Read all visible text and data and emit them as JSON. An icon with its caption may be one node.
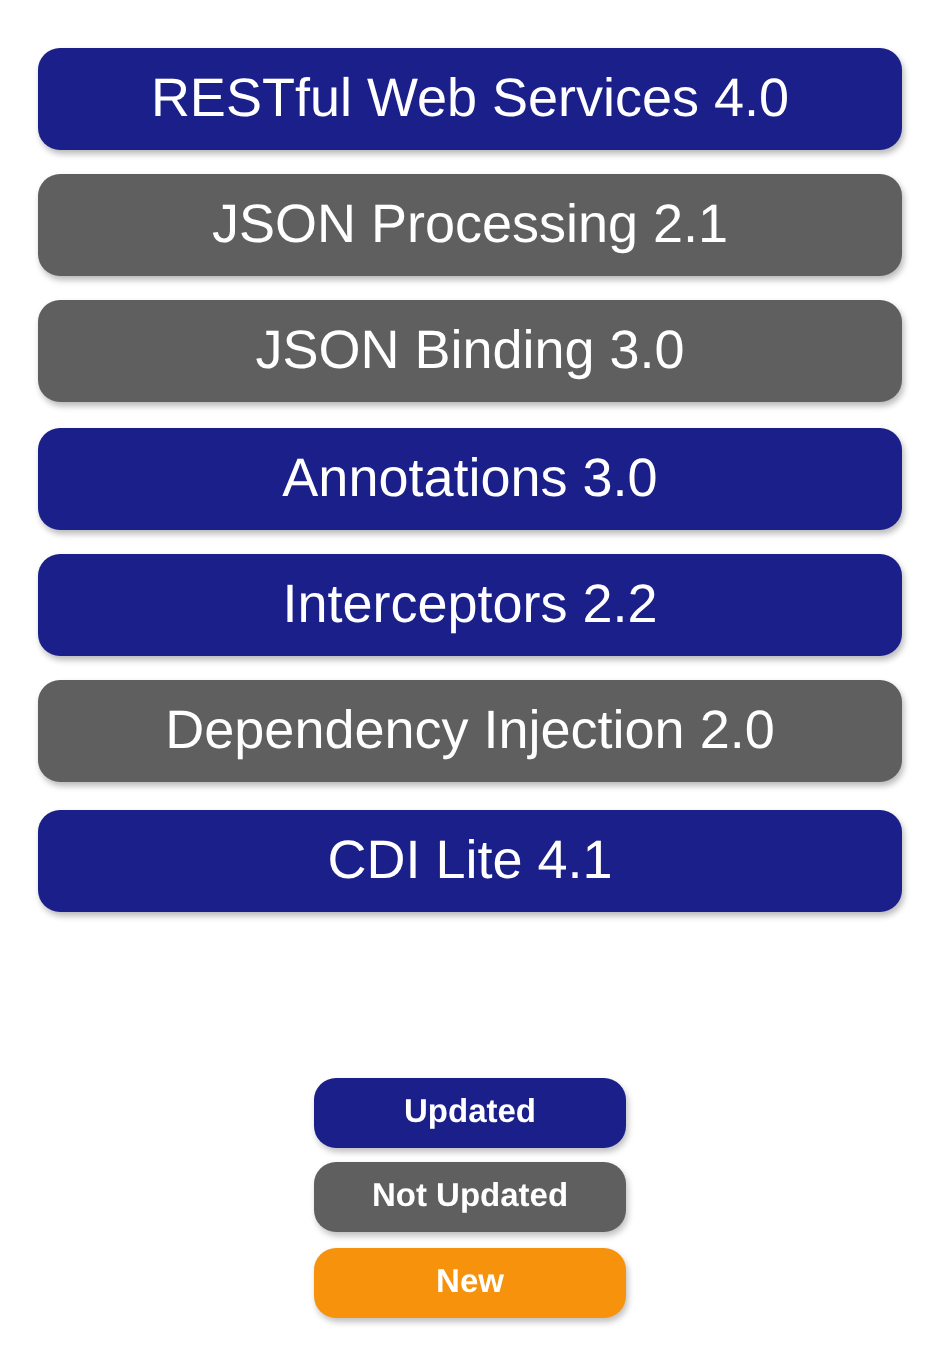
{
  "diagram": {
    "nodes": [
      {
        "text": [
          "RESTful Web Services 4.0"
        ]
      },
      {
        "text": [
          "JSON Processing 2.1"
        ]
      },
      {
        "text": [
          "JSON Binding 3.0"
        ]
      },
      {
        "text": [
          "Annotations 3.0"
        ]
      },
      {
        "text": [
          "Interceptors 2.2"
        ]
      },
      {
        "text": [
          "Dependency Injection 2.0"
        ]
      },
      {
        "text": [
          "CDI Lite 4.1"
        ]
      }
    ],
    "legend": [
      {
        "text": "Updated",
        "color": "#1b1f8a"
      },
      {
        "text": "Not Updated",
        "color": "#5f5f5f"
      },
      {
        "text": "New",
        "color": "#f7920c"
      }
    ]
  }
}
